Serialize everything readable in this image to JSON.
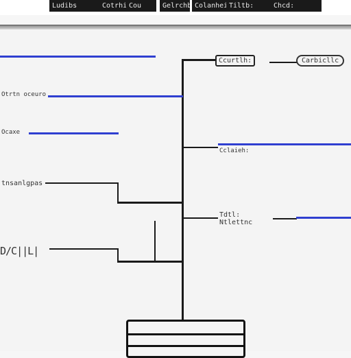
{
  "window": {
    "title_segments": [
      "Ludibs",
      "Cotrhi:",
      "Cou",
      "Gelrchb::",
      "Colanheis:",
      "Tiltb:",
      "Chcd:"
    ]
  },
  "diagram": {
    "left_labels": [
      "Otrtn oceuro",
      "Ocaxe",
      "tnsanlgpas",
      "D/C||L|"
    ],
    "right_labels": [
      "Ccurtlh:",
      "Cclaieh:",
      "Tdtl:",
      "Ntlettnc"
    ],
    "right_pill": "Carbicllc"
  },
  "colors": {
    "accent_line": "#2f3fd0",
    "connector": "#1a1a1a"
  }
}
